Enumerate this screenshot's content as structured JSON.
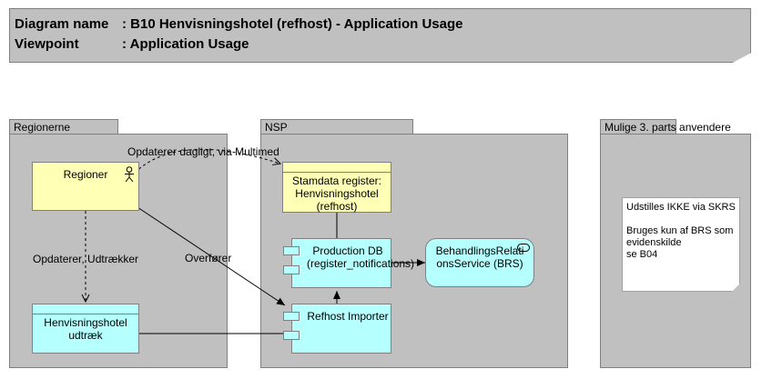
{
  "header": {
    "diagram_key": "Diagram name",
    "diagram_value": ": B10 Henvisningshotel (refhost) - Application Usage",
    "viewpoint_key": "Viewpoint",
    "viewpoint_value": ": Application Usage"
  },
  "groups": {
    "regionerne": "Regionerne",
    "nsp": "NSP",
    "third_party": "Mulige 3. parts anvendere"
  },
  "elements": {
    "regioner": "Regioner",
    "henvisningshotel_udtraek": "Henvisningshotel udtræk",
    "stamdata_register": "Stamdata register: Henvisningshotel (refhost)",
    "production_db": "Production DB (register_notifications)",
    "refhost_importer": "Refhost Importer",
    "behandlings_service": "BehandlingsRelationsService (BRS)"
  },
  "relations": {
    "opdaterer_dagligt": "Opdaterer dagligt, via Multimed",
    "opdaterer_udtraekker": "Opdaterer, Udtrækker",
    "overforer": "Overfører"
  },
  "note": {
    "line1": "Udstilles IKKE via SKRS",
    "line2": "Bruges kun af BRS som evidenskilde",
    "line3": "se B04"
  },
  "icons": [
    "actor-icon",
    "component-icon",
    "service-icon"
  ],
  "colors": {
    "business": "#ffffb5",
    "application": "#b5ffff",
    "group": "#c0c0c0"
  }
}
